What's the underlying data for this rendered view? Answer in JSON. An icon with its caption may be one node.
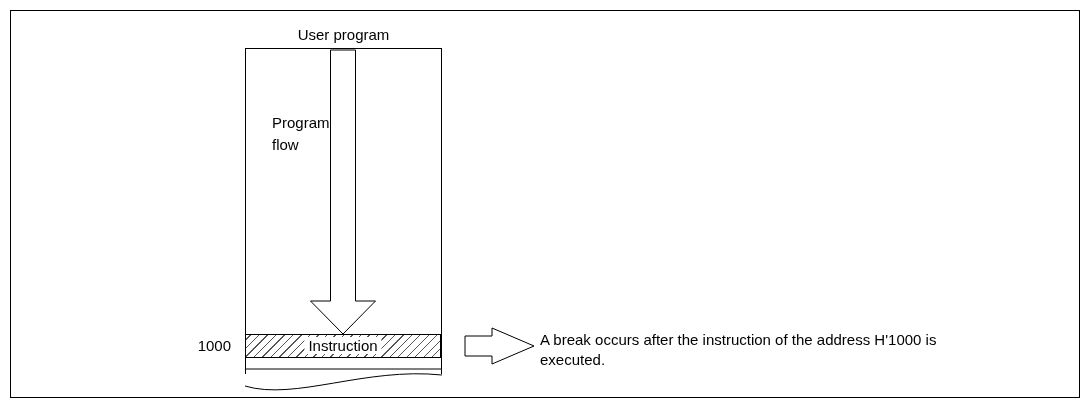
{
  "diagram": {
    "nodes": [
      {
        "text": [
          "User program"
        ]
      },
      {
        "text": [
          "Instruction"
        ],
        "beside": [
          "1000"
        ],
        "in": 0
      },
      {
        "text": [
          "A break occurs after the instruction of the address H'1000 is executed."
        ]
      }
    ],
    "edges": [
      {
        "from": null,
        "to": 1,
        "arrow": "to",
        "label": "Program flow"
      },
      {
        "from": 1,
        "to": 2,
        "arrow": "to"
      }
    ]
  }
}
